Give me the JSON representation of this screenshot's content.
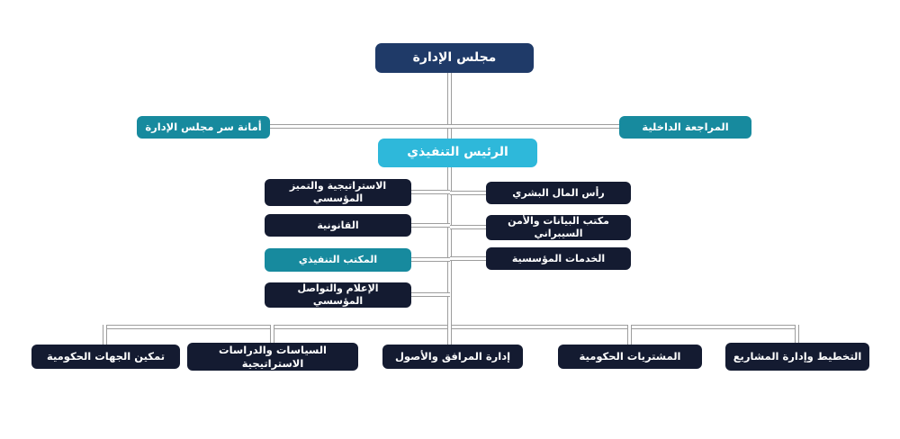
{
  "org": {
    "title": "Organization chart",
    "board": {
      "label": "مجلس الإدارة"
    },
    "board_staff": {
      "secretariat": {
        "label": "أمانة سر مجلس الإدارة"
      },
      "internal_audit": {
        "label": "المراجعة الداخلية"
      }
    },
    "ceo": {
      "label": "الرئيس التنفيذي"
    },
    "ceo_offices_left": [
      {
        "label": "الاستراتيجية والتميز المؤسسي"
      },
      {
        "label": "القانونية"
      },
      {
        "label": "المكتب التنفيذي"
      },
      {
        "label": "الإعلام والتواصل المؤسسي"
      }
    ],
    "ceo_offices_right": [
      {
        "label": "رأس المال البشري"
      },
      {
        "label": "مكتب البيانات والأمن السيبراني"
      },
      {
        "label": "الخدمات المؤسسية"
      }
    ],
    "departments": [
      {
        "label": "تمكين الجهات الحكومية"
      },
      {
        "label": "السياسات والدراسات الاستراتيجية"
      },
      {
        "label": "إدارة المرافق والأصول"
      },
      {
        "label": "المشتريات الحكومية"
      },
      {
        "label": "التخطيط وإدارة المشاريع"
      }
    ],
    "colors": {
      "navy": "#1f3a68",
      "cyan": "#2eb8da",
      "teal": "#178a9e",
      "dark": "#141b31",
      "line": "#9d9d9d"
    }
  }
}
